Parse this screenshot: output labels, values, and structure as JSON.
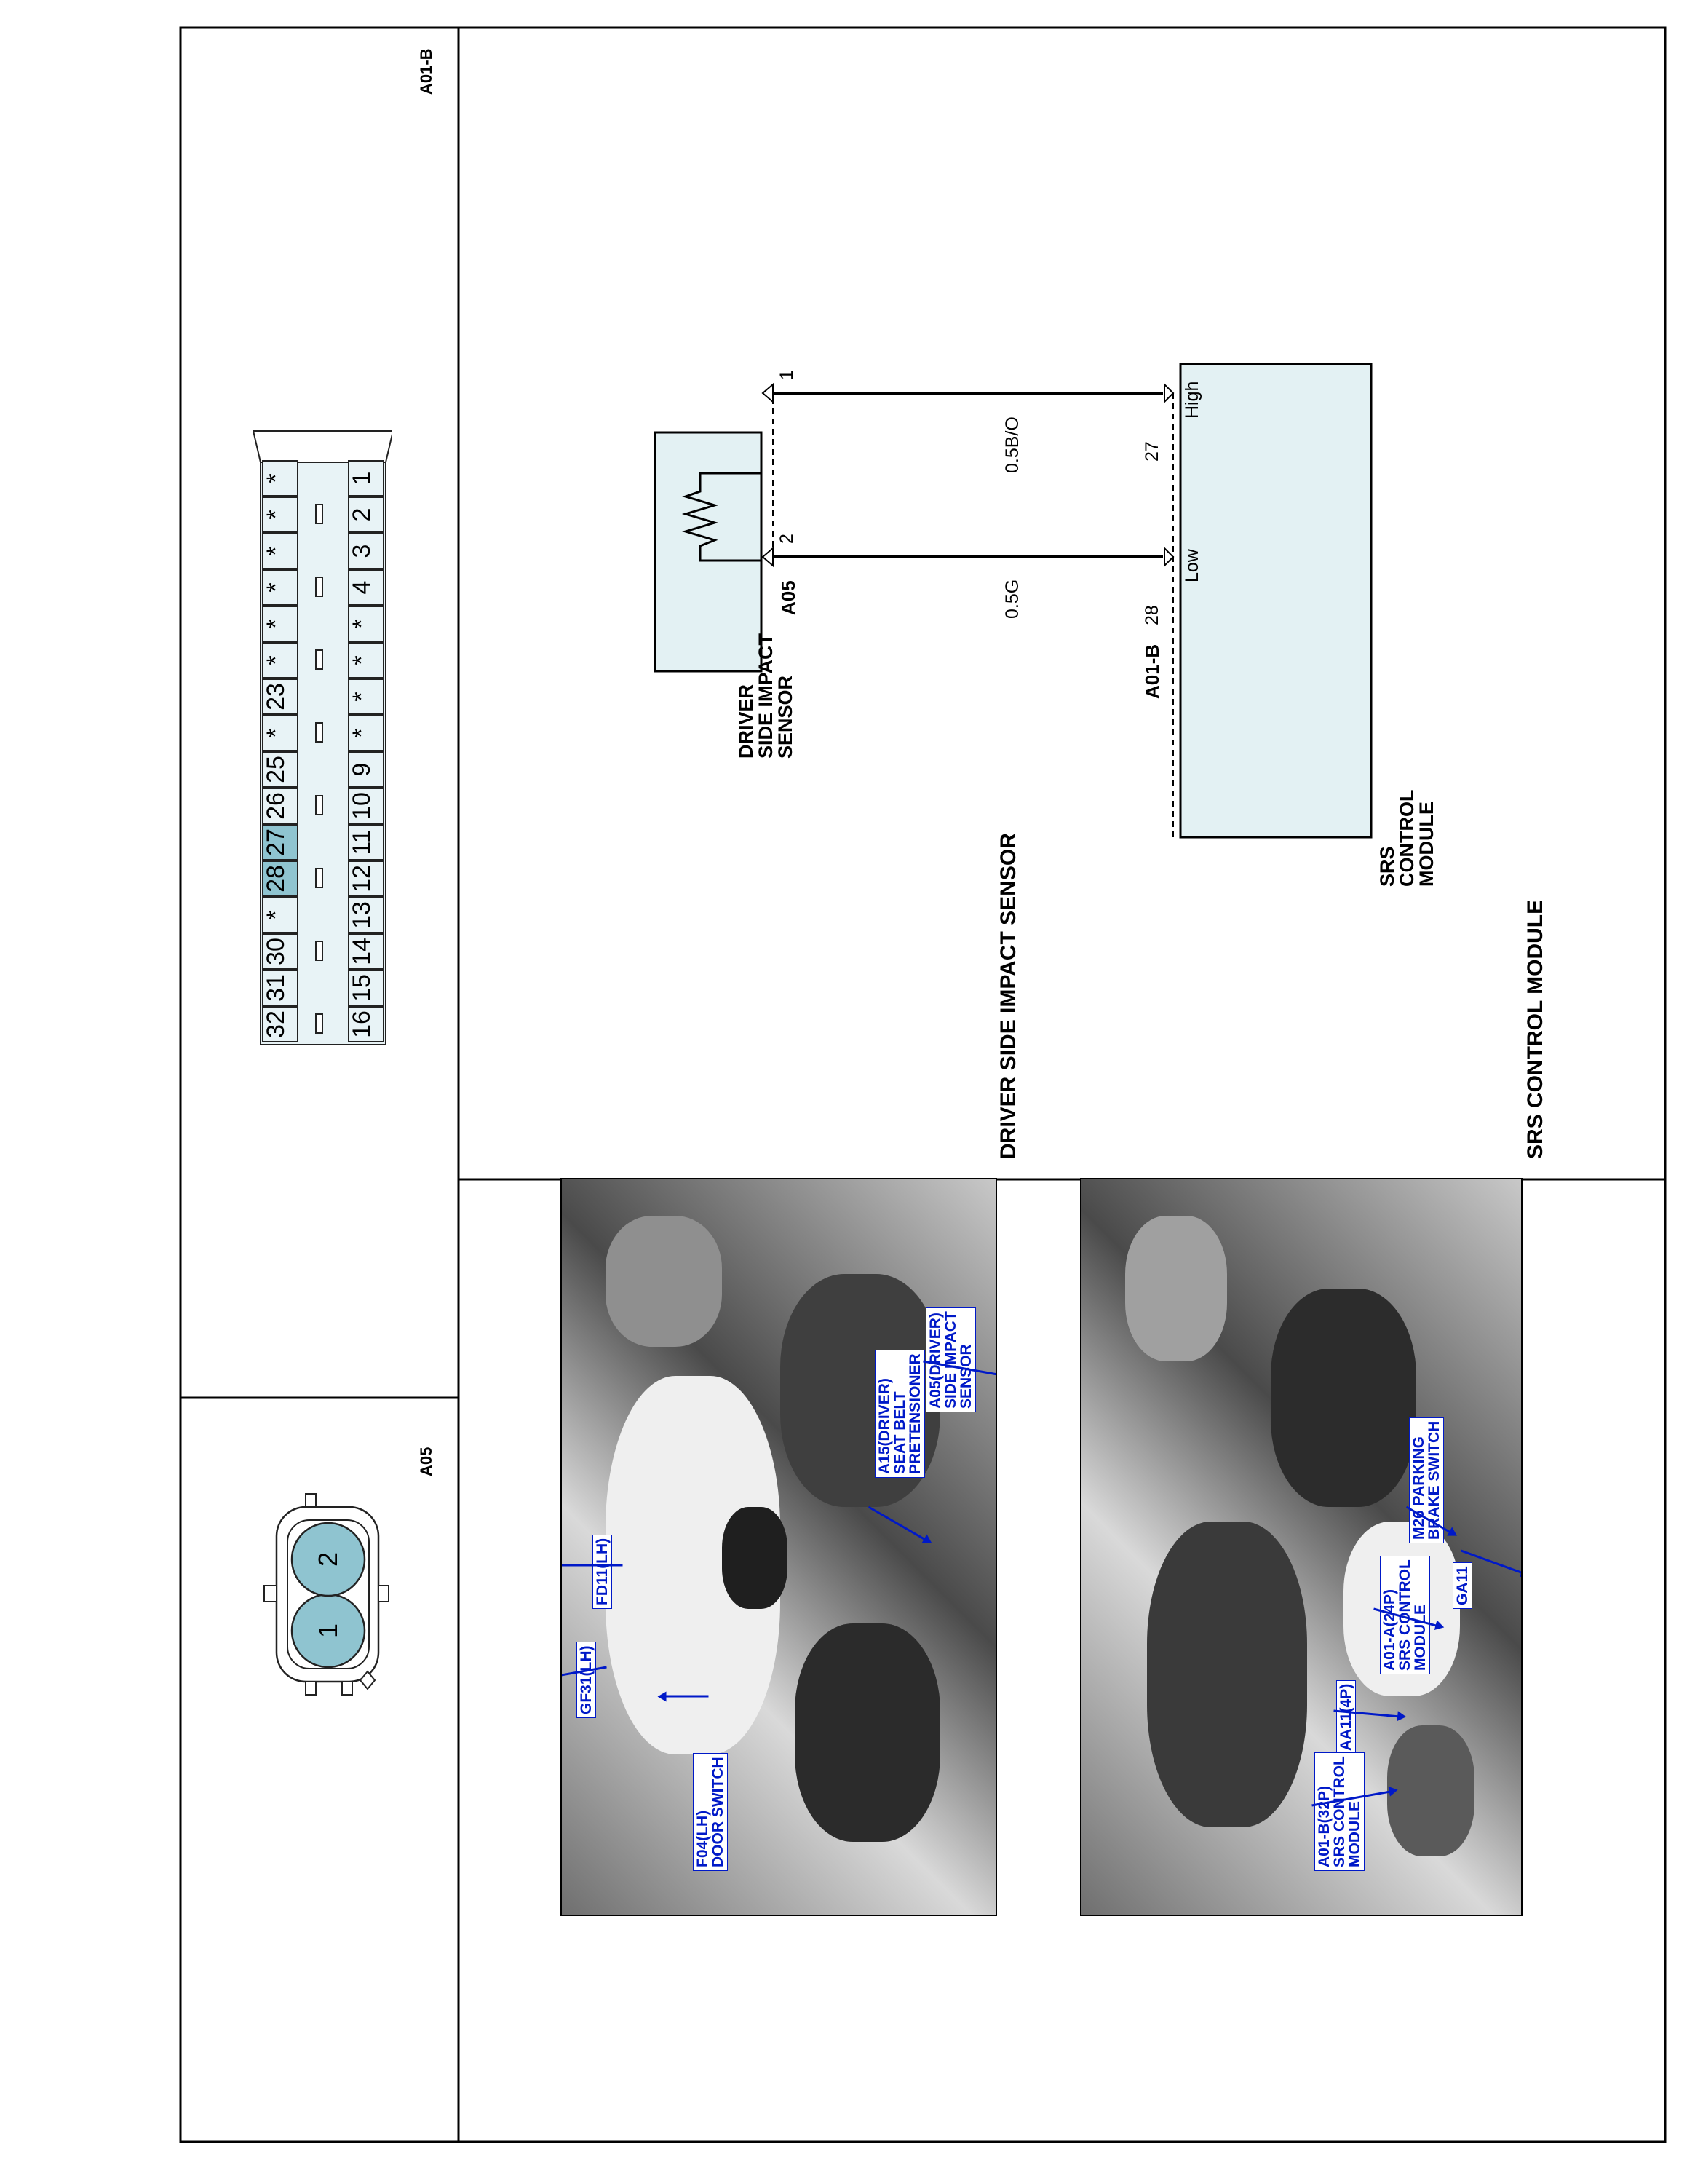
{
  "headers": {
    "connector_a01b": "A01-B",
    "connector_a05": "A05"
  },
  "schematic": {
    "module_name": [
      "SRS",
      "CONTROL",
      "MODULE"
    ],
    "module_connector": "A01-B",
    "high_label": "High",
    "low_label": "Low",
    "module_pin_high": "27",
    "module_pin_low": "28",
    "wire_high": "0.5B/O",
    "wire_low": "0.5G",
    "sensor_connector": "A05",
    "sensor_pin_high": "1",
    "sensor_pin_low": "2",
    "sensor_name": [
      "DRIVER",
      "SIDE IMPACT",
      "SENSOR"
    ]
  },
  "photos": {
    "srs_title": "SRS CONTROL MODULE",
    "srs_callouts": {
      "ga11": [
        "GA11"
      ],
      "m26": [
        "M26 PARKING",
        "BRAKE SWITCH"
      ],
      "a01a": [
        "A01-A(24P)",
        "SRS CONTROL",
        "MODULE"
      ],
      "aa11": [
        "AA11(4P)"
      ],
      "a01b": [
        "A01-B(32P)",
        "SRS CONTROL",
        "MODULE"
      ]
    },
    "sensor_title": "DRIVER SIDE IMPACT SENSOR",
    "sensor_callouts": {
      "a05": [
        "A05(DRIVER)",
        "SIDE IMPACT",
        "SENSOR"
      ],
      "a15": [
        "A15(DRIVER)",
        "SEAT BELT",
        "PRETENSIONER"
      ],
      "fd11": [
        "FD11(LH)"
      ],
      "gf31": [
        "GF31(LH)"
      ],
      "f04": [
        "F04(LH)",
        "DOOR SWITCH"
      ]
    }
  },
  "connector_a01b_face": {
    "top_row": [
      "16",
      "15",
      "14",
      "13",
      "12",
      "11",
      "10",
      "9",
      "*",
      "*",
      "*",
      "*",
      "4",
      "3",
      "2",
      "1"
    ],
    "bottom_row": [
      "32",
      "31",
      "30",
      "*",
      "28",
      "27",
      "26",
      "25",
      "*",
      "23",
      "*",
      "*",
      "*",
      "*",
      "*",
      "*"
    ],
    "highlighted": [
      "28",
      "27"
    ]
  },
  "connector_a05_face": {
    "pins": [
      "2",
      "1"
    ]
  },
  "colors": {
    "module_fill": "#e3f1f3",
    "pin_highlight": "#8fc4d0",
    "callout_blue": "#0019c8"
  }
}
